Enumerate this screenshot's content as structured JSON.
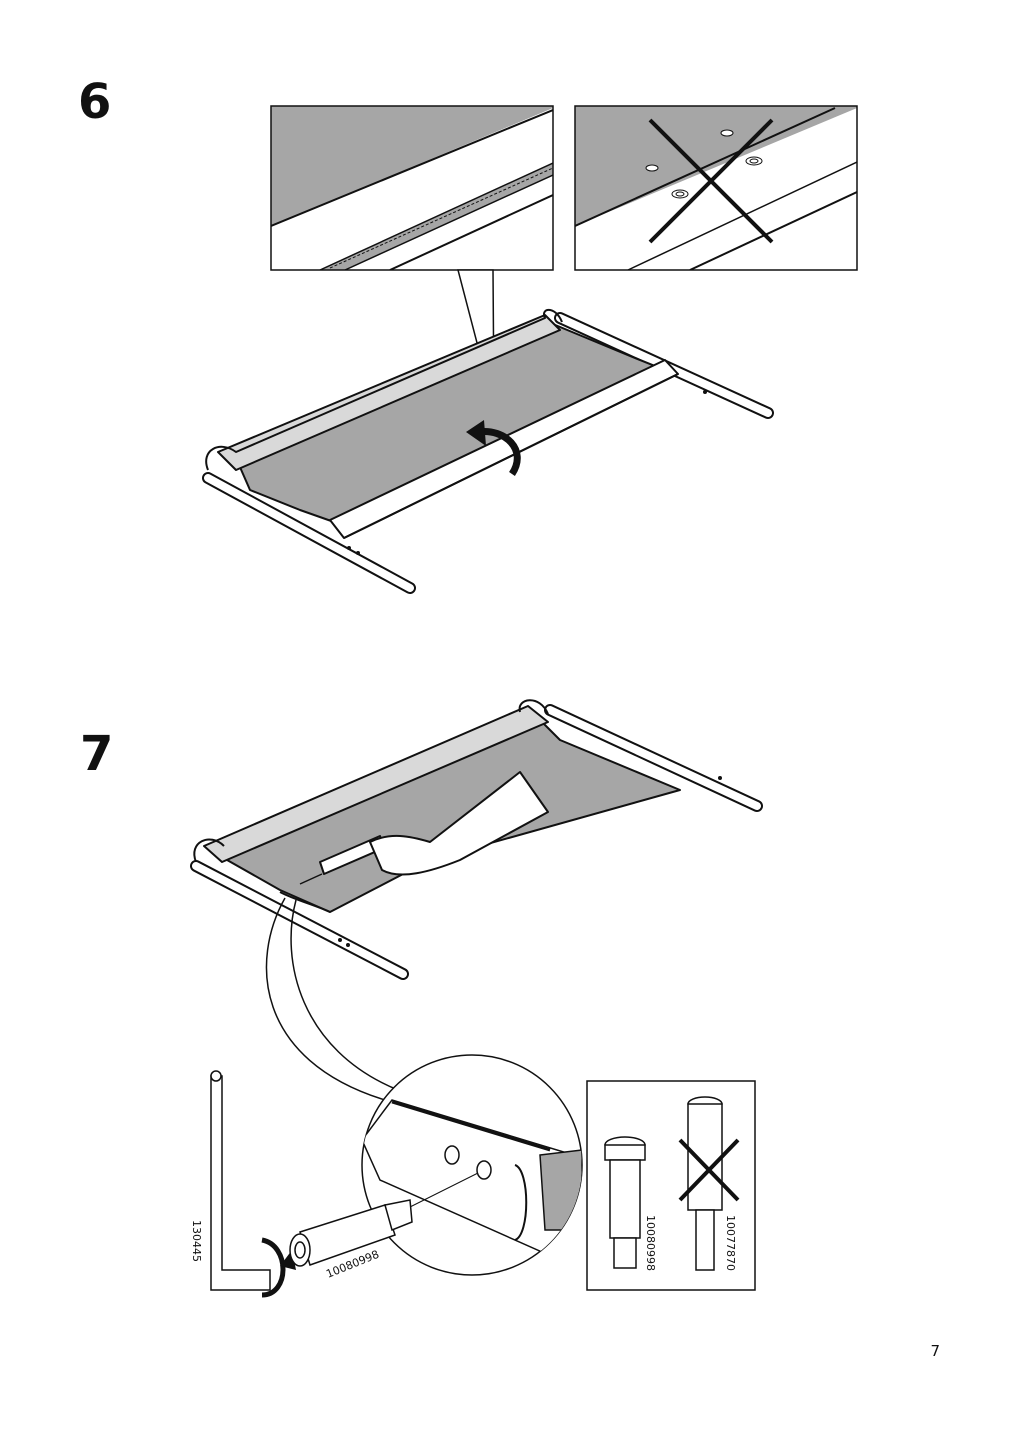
{
  "page": {
    "number": "7"
  },
  "steps": [
    {
      "number": "6"
    },
    {
      "number": "7"
    }
  ],
  "parts": {
    "allen_key_id": "130445",
    "bolt_id": "10080998",
    "correct_bolt_id": "10080998",
    "wrong_bolt_id": "10077870"
  },
  "colors": {
    "fabric": "#a6a6a6",
    "fabric_dark": "#8e8e8e",
    "line": "#111111",
    "paper": "#ffffff"
  }
}
